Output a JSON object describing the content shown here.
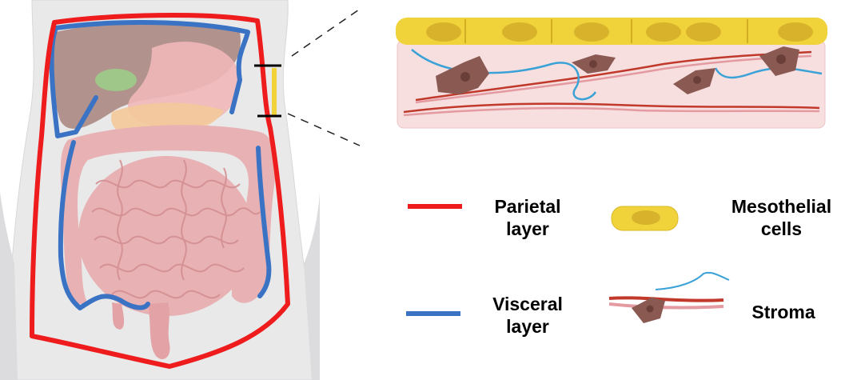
{
  "legend": {
    "parietal": {
      "line1": "Parietal",
      "line2": "layer",
      "color": "#ee1c1c"
    },
    "visceral": {
      "line1": "Visceral",
      "line2": "layer",
      "color": "#3b73c4"
    },
    "mesothelial": {
      "line1": "Mesothelial",
      "line2": "cells"
    },
    "stroma": {
      "line1": "Stroma"
    }
  },
  "colors": {
    "mesothelial_fill": "#f0d23a",
    "mesothelial_nucleus": "#d7b22a",
    "stroma_bg": "#f7dfe0",
    "fibroblast": "#8a5a52",
    "fiber_red": "#c0392b",
    "fiber_pink": "#e39aa0",
    "capillary": "#3aa2d6",
    "torso": "#e9e9ea",
    "intestine": "#e8b1b3",
    "liver": "#a7827d",
    "stomach": "#f1b7b8",
    "pancreas": "#f4c99a",
    "gallbladder": "#9fc78a"
  },
  "icons": {
    "torso": "abdomen-anatomy-illustration",
    "inset": "peritoneum-tissue-section",
    "meso": "mesothelial-cell-icon",
    "stroma": "stroma-icon"
  }
}
